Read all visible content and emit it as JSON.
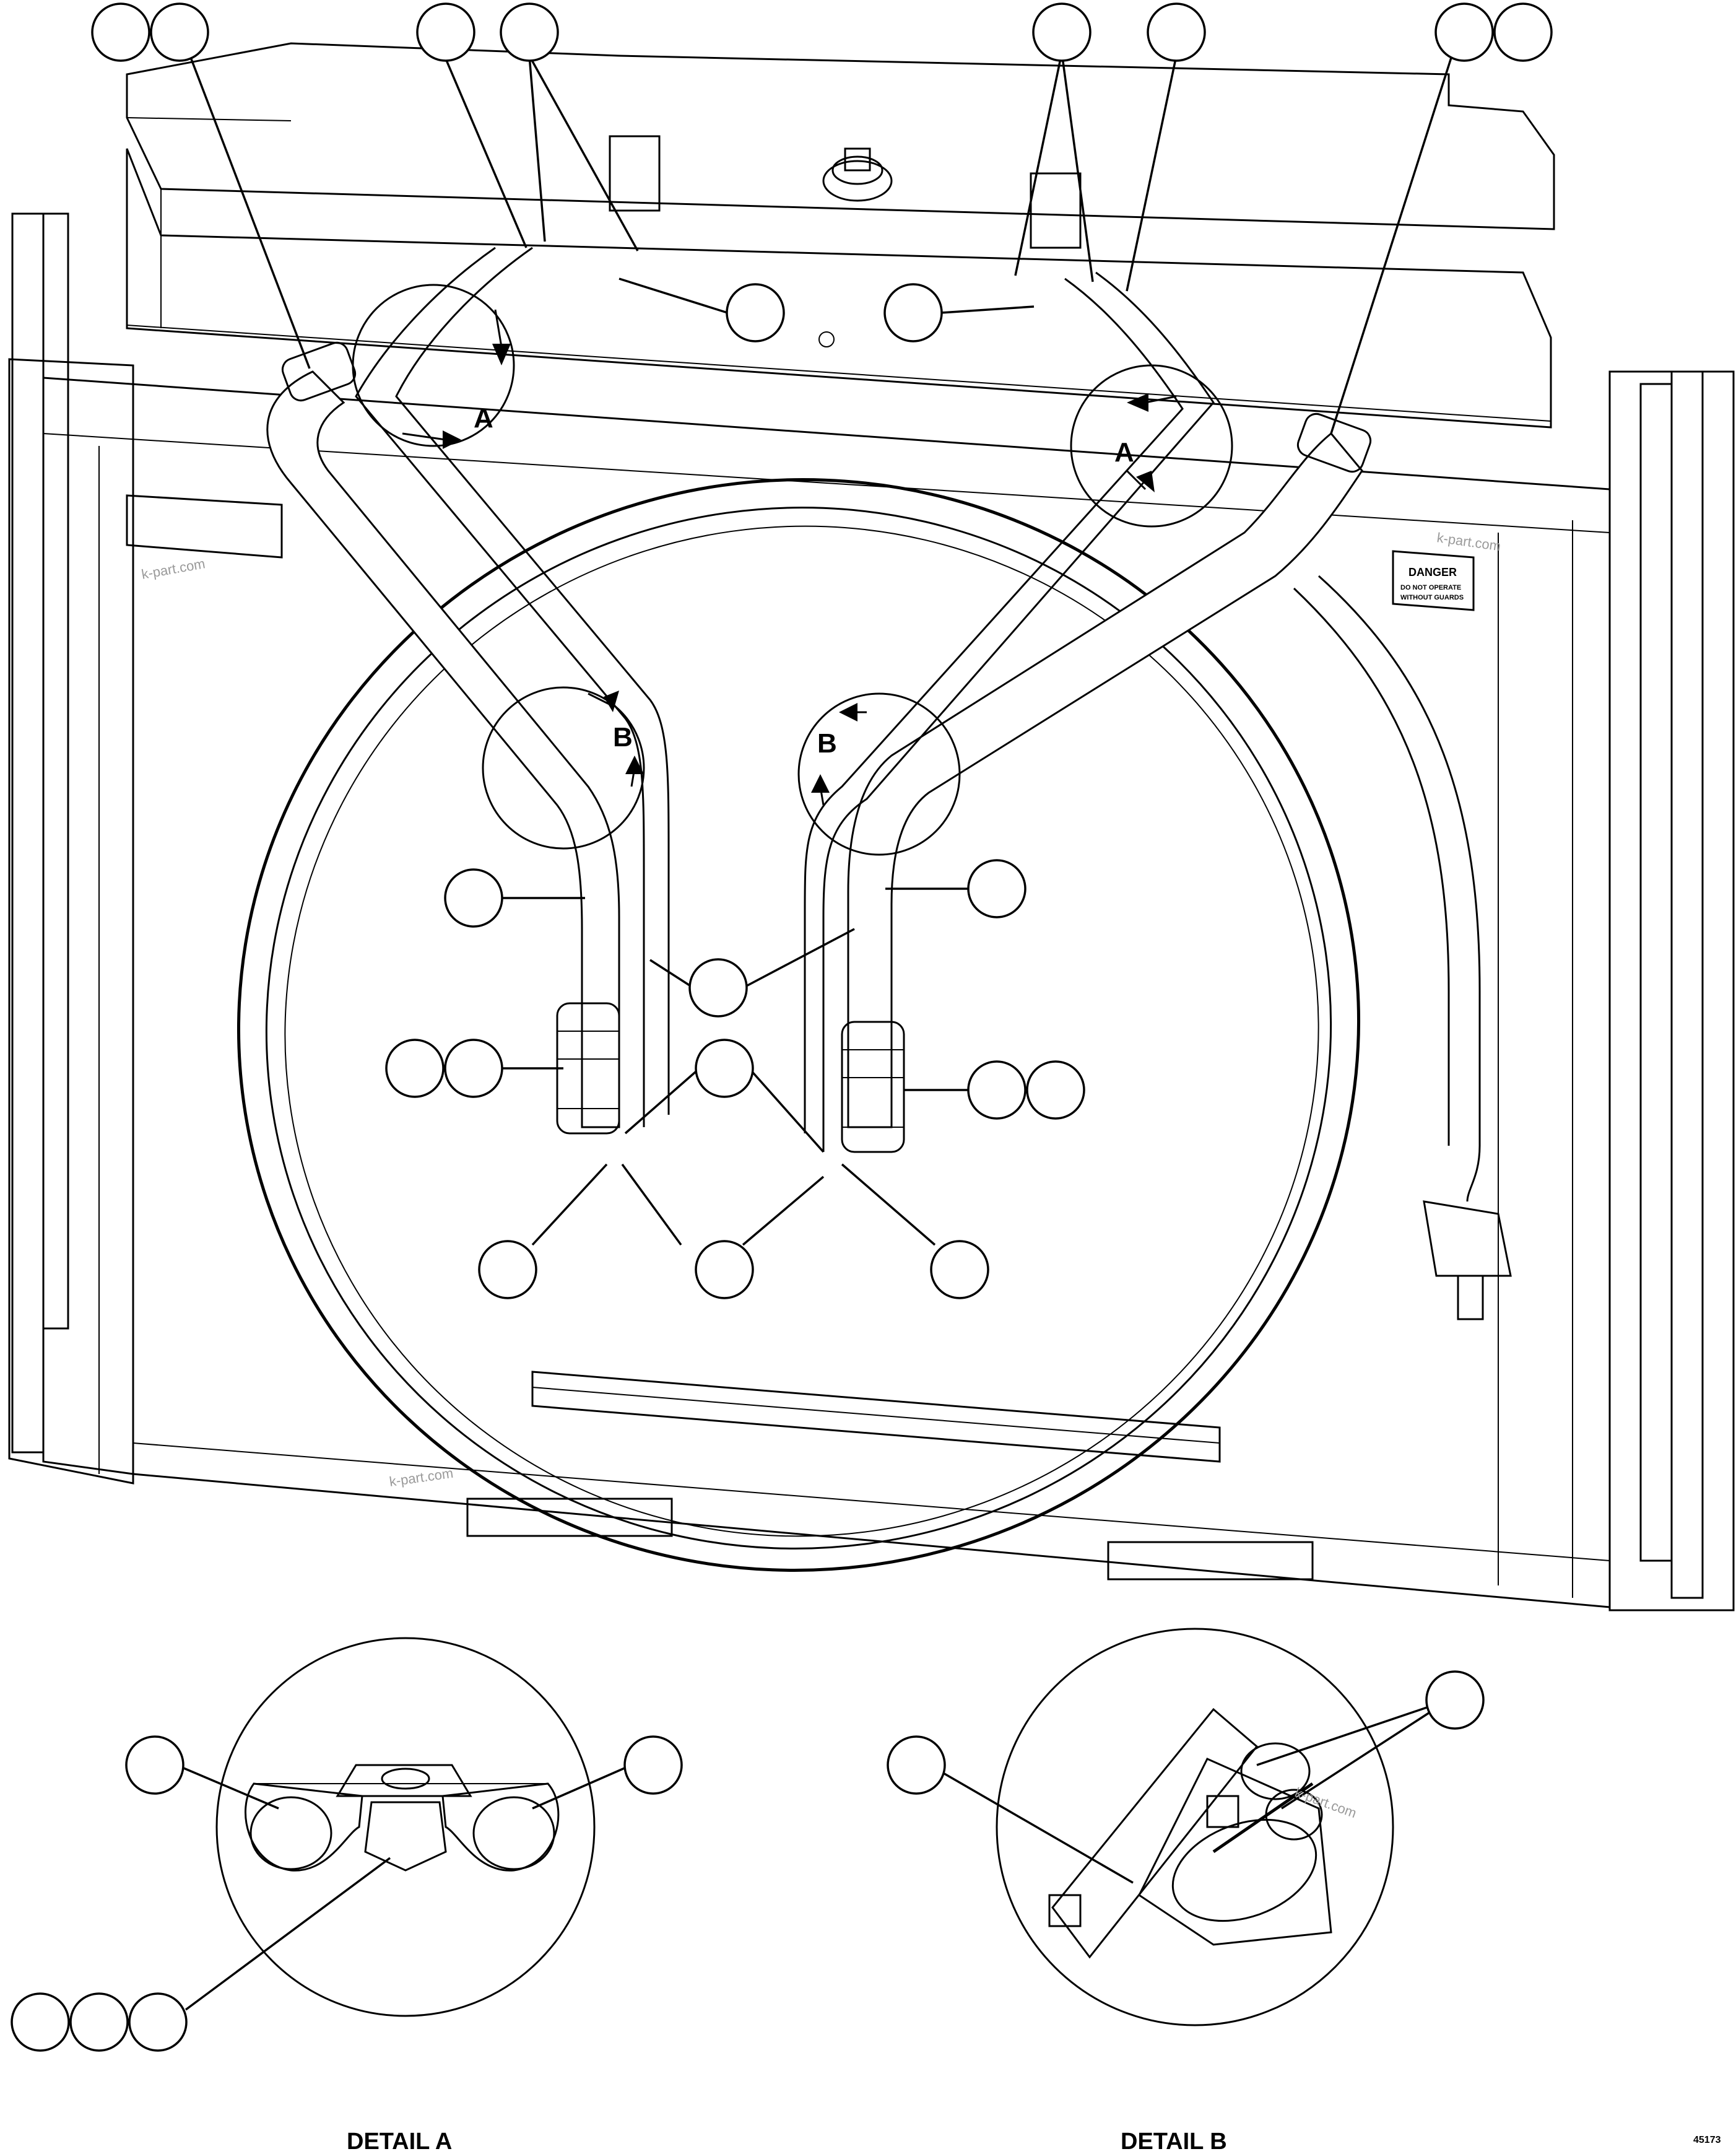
{
  "detail_markers": {
    "a_top_left": "A",
    "a_top_right": "A",
    "b_left": "B",
    "b_right": "B"
  },
  "captions": {
    "detail_a": "DETAIL A",
    "detail_b": "DETAIL B"
  },
  "labels": {
    "danger": "DANGER",
    "danger_line1": "DO NOT OPERATE",
    "danger_line2": "WITHOUT GUARDS"
  },
  "watermark": "k-part.com",
  "drawing_number": "45173"
}
